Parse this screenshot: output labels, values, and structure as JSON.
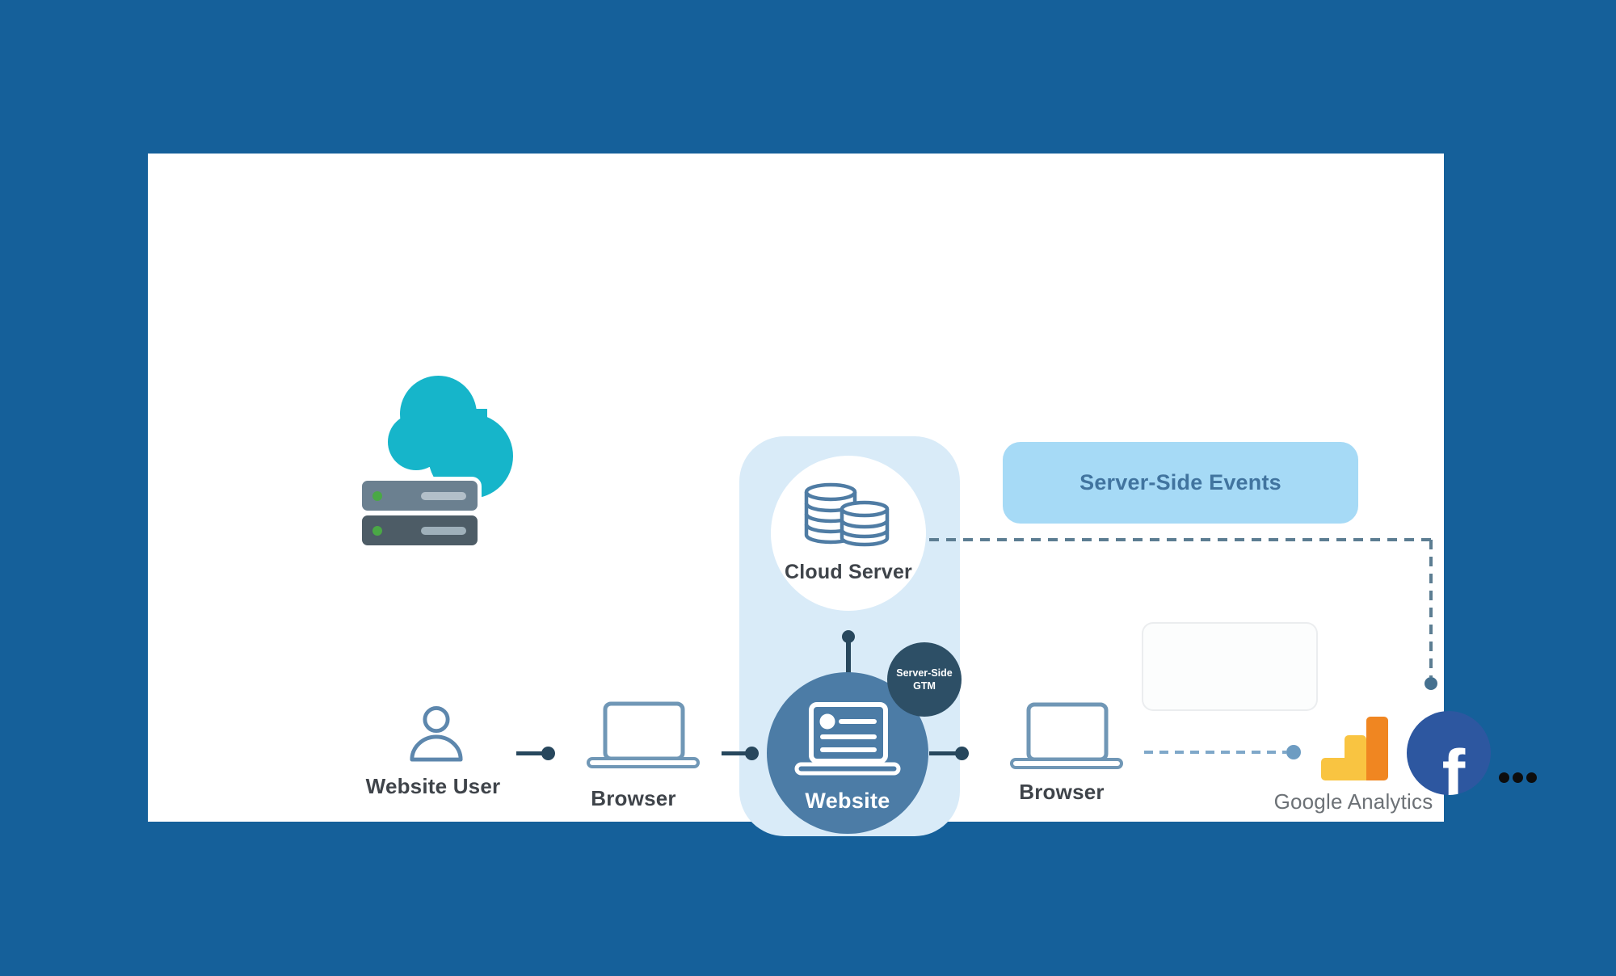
{
  "colors": {
    "frame": "#15609a",
    "canvas": "#ffffff",
    "teal": "#16b5ca",
    "rack_top": "#6b8090",
    "rack_bottom": "#4d5c66",
    "rack_bar_top": "#b2bfc9",
    "rack_bar_bottom": "#9fb0ba",
    "status_green": "#4aa845",
    "container": "#d9ebf8",
    "node_circle": "#4c7ca6",
    "gtm": "#2d4f66",
    "events_box": "#a6daf6",
    "events_text": "#41749f",
    "icon_stroke": "#5d87ad",
    "laptop_stroke": "#7097b6",
    "db_stroke": "#4f7ca4",
    "arrow": "#27475d",
    "dash": "#5c7d92",
    "dash_dot": "#45708f",
    "dash_light": "#7fa8c9",
    "dash_light_dot": "#6d9cc2",
    "ga_yellow": "#f9c441",
    "ga_orange": "#f08621",
    "facebook": "#2d57a0",
    "label_dark": "#3f444a",
    "label_gray": "#6c7176",
    "dots": "#0d0d0d"
  },
  "nodes": {
    "website_user": {
      "label": "Website User"
    },
    "browser_left": {
      "label": "Browser"
    },
    "website": {
      "label": "Website"
    },
    "gtm_badge": {
      "line1": "Server-Side",
      "line2": "GTM"
    },
    "cloud_server": {
      "label": "Cloud Server"
    },
    "server_side_events": {
      "label": "Server-Side Events"
    },
    "browser_right": {
      "label": "Browser"
    },
    "google_analytics": {
      "label": "Google Analytics"
    },
    "facebook": {
      "letter": "f"
    }
  }
}
